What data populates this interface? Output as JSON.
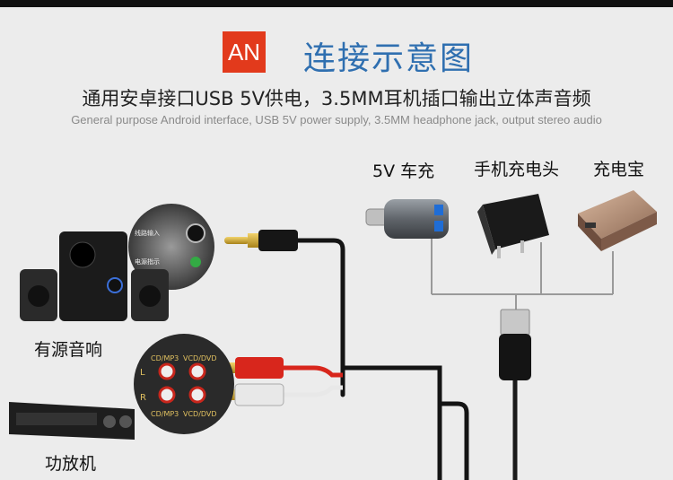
{
  "header": {
    "badge": "AN",
    "title": "连接示意图",
    "subtitle": "通用安卓接口USB 5V供电，3.5MM耳机插口输出立体声音频",
    "subtitle_en": "General purpose Android interface, USB 5V power supply, 3.5MM headphone jack, output stereo audio"
  },
  "labels": {
    "car_charger": "5V 车充",
    "phone_charger": "手机充电头",
    "power_bank": "充电宝",
    "active_speaker": "有源音响",
    "amplifier": "功放机"
  },
  "panel_text": {
    "line_in": "线路输入",
    "power_ind": "电源指示",
    "cdmp3_top": "CD/MP3",
    "vcd_top": "VCD/DVD",
    "cdmp3_bottom": "CD/MP3",
    "vcd_bottom": "VCD/DVD",
    "left": "L",
    "right": "R"
  },
  "colors": {
    "badge": "#e23a1c",
    "title": "#2f6fb0",
    "rca_red": "#d8261c",
    "rca_white": "#e8e8e8",
    "gold": "#c9a227"
  }
}
